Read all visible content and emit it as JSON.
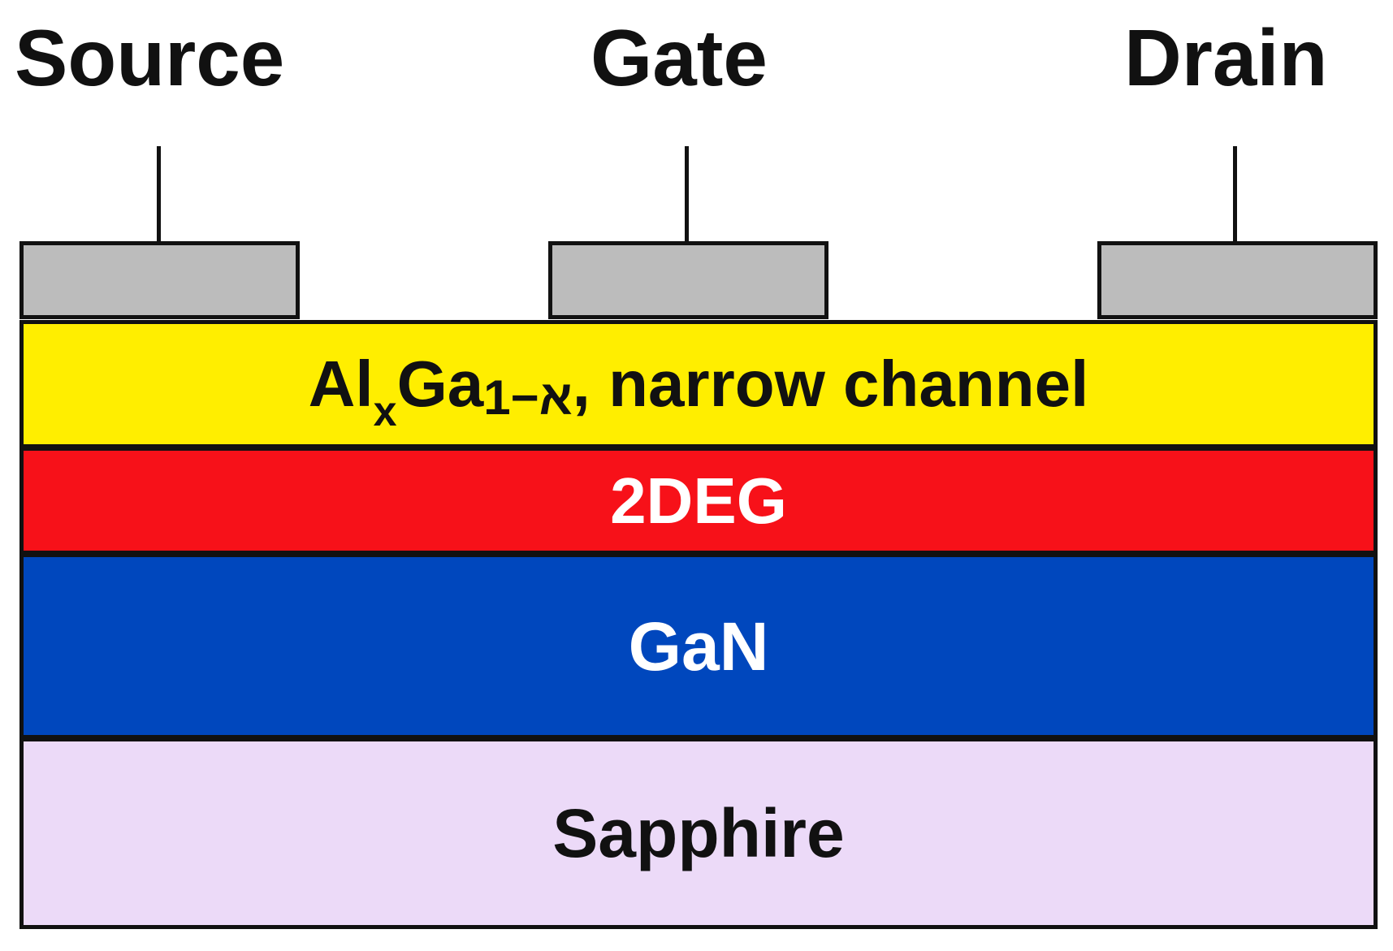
{
  "terminals": {
    "source": "Source",
    "gate": "Gate",
    "drain": "Drain"
  },
  "layers": {
    "barrier": {
      "formula_base_1": "Al",
      "formula_sub_1": "x",
      "formula_base_2": "Ga",
      "formula_sub_2": "1−א",
      "formula_suffix": ", narrow channel",
      "color": "#ffee00"
    },
    "channel": {
      "label": "2DEG",
      "color": "#f71119"
    },
    "buffer": {
      "label": "GaN",
      "color": "#0047bd"
    },
    "substrate": {
      "label": "Sapphire",
      "color": "#ecdaf8"
    }
  },
  "contact_color": "#bcbcbc"
}
